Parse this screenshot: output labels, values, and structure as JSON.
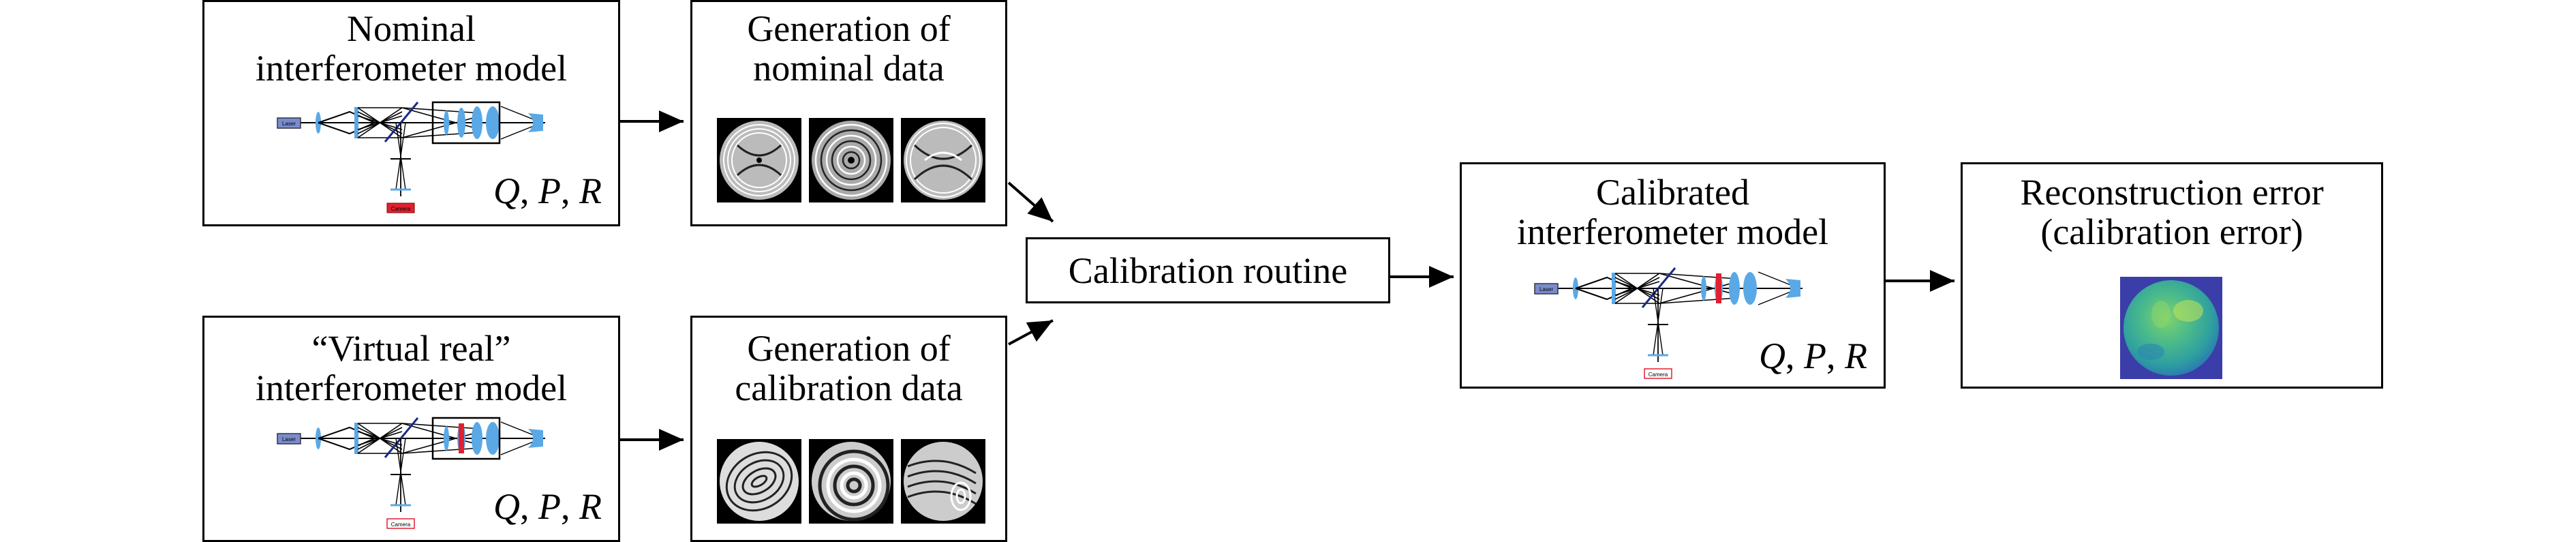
{
  "nominal_model": {
    "title_line1": "Nominal",
    "title_line2": "interferometer model",
    "params": {
      "q": "Q",
      "p": "P",
      "r": "R"
    },
    "laser_label": "Laser",
    "camera_label": "Camera"
  },
  "nominal_data": {
    "title_line1": "Generation of",
    "title_line2": "nominal data"
  },
  "virtual_model": {
    "title_line1": "“Virtual real”",
    "title_line2": "interferometer model",
    "params": {
      "q": "Q",
      "p": "P",
      "r": "R"
    },
    "laser_label": "Laser",
    "camera_label": "Camera"
  },
  "calibration_data": {
    "title_line1": "Generation of",
    "title_line2": "calibration data"
  },
  "calibration_routine": {
    "label": "Calibration routine"
  },
  "calibrated_model": {
    "title_line1": "Calibrated",
    "title_line2": "interferometer model",
    "params": {
      "q": "Q",
      "p": "P",
      "r": "R"
    },
    "laser_label": "Laser",
    "camera_label": "Camera"
  },
  "reconstruction": {
    "title_line1": "Reconstruction error",
    "title_line2": "(calibration error)"
  },
  "colors": {
    "lens_blue": "#5aa9e6",
    "highlight_red": "#e02030",
    "laser_box": "#7a8ccc",
    "map_background": "#3b3ea8",
    "map_surface": "#49b98c"
  }
}
